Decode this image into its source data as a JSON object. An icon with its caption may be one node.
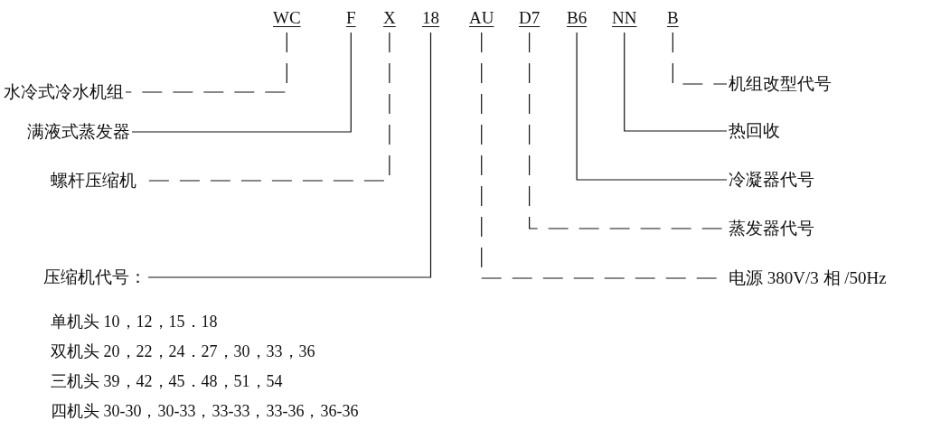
{
  "diagram": {
    "nodes": [
      {
        "text": [
          "WC"
        ]
      },
      {
        "text": [
          "F"
        ]
      },
      {
        "text": [
          "X"
        ]
      },
      {
        "text": [
          "18"
        ]
      },
      {
        "text": [
          "AU"
        ]
      },
      {
        "text": [
          "D7"
        ]
      },
      {
        "text": [
          "B6"
        ]
      },
      {
        "text": [
          "NN"
        ]
      },
      {
        "text": [
          "B"
        ]
      },
      {
        "text": [
          "水冷式冷水机组"
        ]
      },
      {
        "text": [
          "满液式蒸发器"
        ]
      },
      {
        "text": [
          "螺杆压缩机"
        ]
      },
      {
        "text": [
          "压缩机代号："
        ]
      },
      {
        "text": [
          "机组改型代号"
        ]
      },
      {
        "text": [
          "热回收"
        ]
      },
      {
        "text": [
          "冷凝器代号"
        ]
      },
      {
        "text": [
          "蒸发器代号"
        ]
      },
      {
        "text": [
          "电源 380V/3 相 /50Hz"
        ]
      }
    ],
    "edges": [
      {
        "from": 0,
        "to": 9,
        "arrow": "none",
        "style": "dashed"
      },
      {
        "from": 1,
        "to": 10,
        "arrow": "none"
      },
      {
        "from": 2,
        "to": 11,
        "arrow": "none",
        "style": "dashed"
      },
      {
        "from": 3,
        "to": 12,
        "arrow": "none"
      },
      {
        "from": 8,
        "to": 13,
        "arrow": "none",
        "style": "dashed"
      },
      {
        "from": 7,
        "to": 14,
        "arrow": "none"
      },
      {
        "from": 6,
        "to": 15,
        "arrow": "none"
      },
      {
        "from": 5,
        "to": 16,
        "arrow": "none",
        "style": "dashed"
      },
      {
        "from": 4,
        "to": 17,
        "arrow": "none",
        "style": "dashed"
      }
    ],
    "labels": [
      "单机头 10，12，15．18",
      "双机头 20，22，24．27，30，33，36",
      "三机头 39，42，45．48，51，54",
      "四机头 30-30，30-33，33-33，33-36，36-36"
    ]
  }
}
